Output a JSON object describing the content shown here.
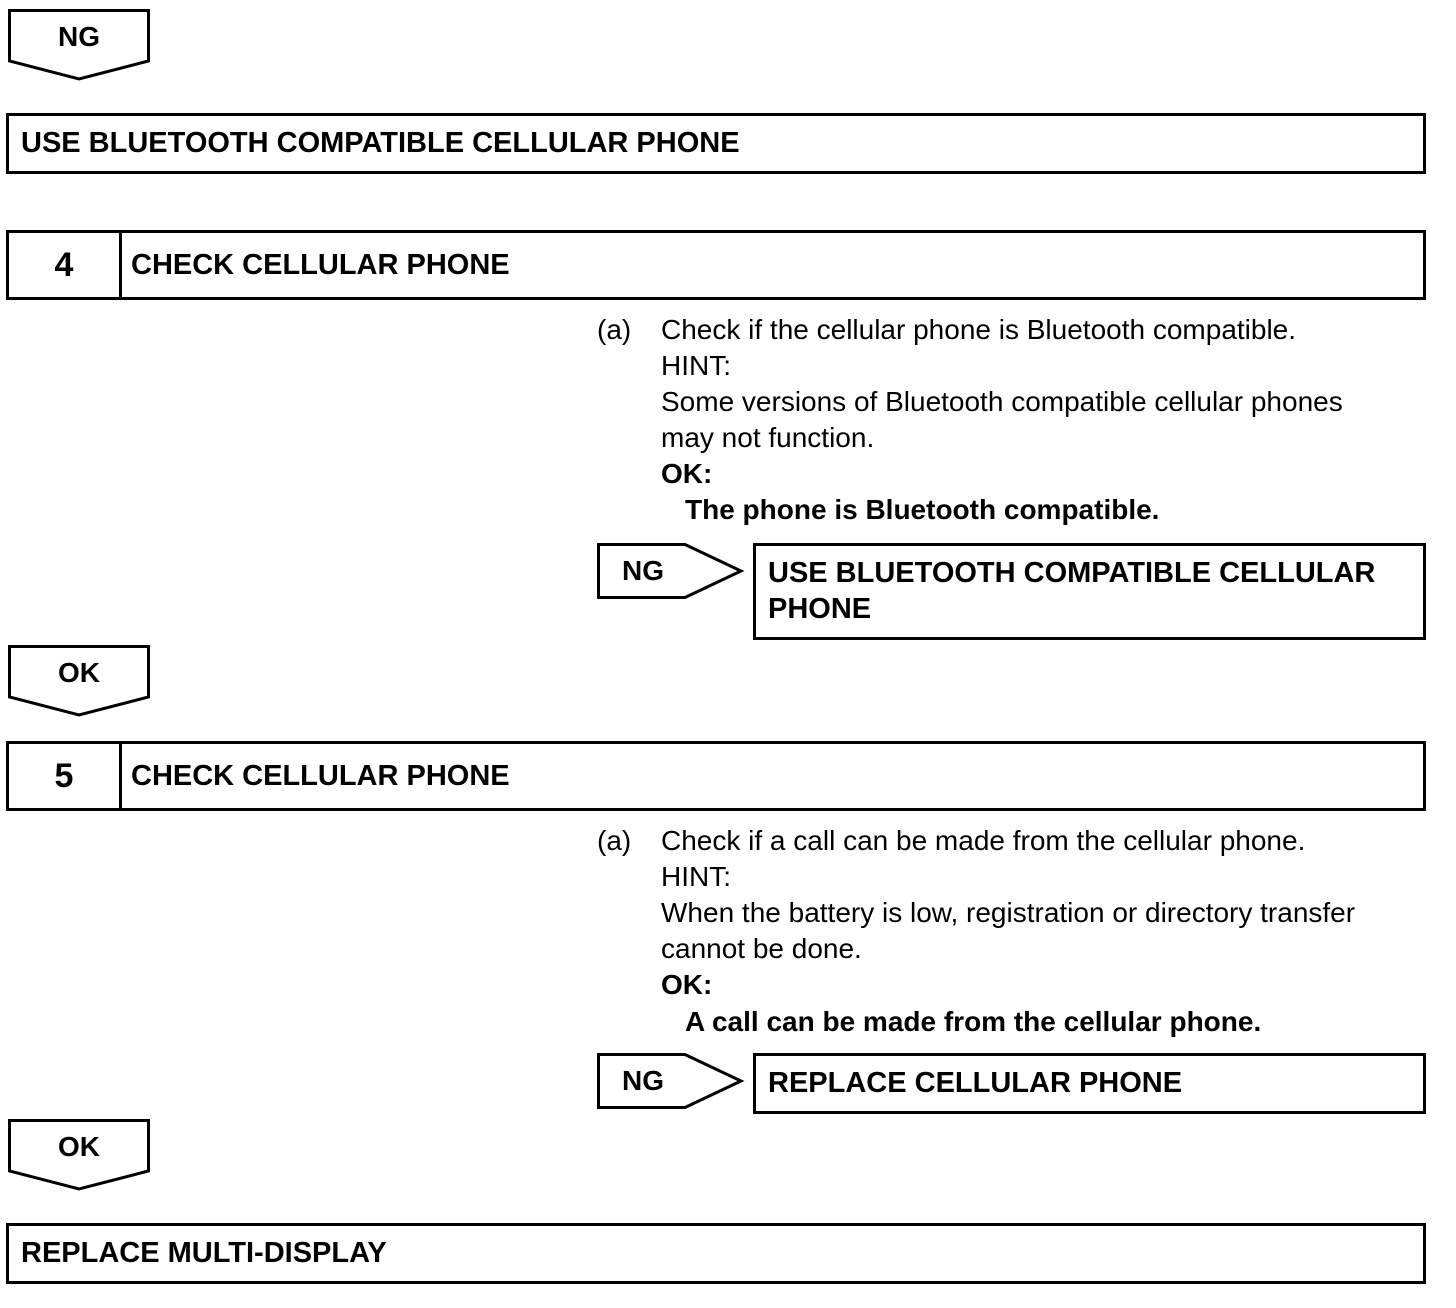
{
  "top_ng": {
    "label": "NG"
  },
  "top_result": {
    "text": "USE BLUETOOTH COMPATIBLE CELLULAR PHONE"
  },
  "step4": {
    "number": "4",
    "title": "CHECK CELLULAR PHONE",
    "item_marker": "(a)",
    "instruction": "Check if the cellular phone is Bluetooth compatible.",
    "hint_label": "HINT:",
    "hint_line1": "Some versions of Bluetooth compatible cellular phones",
    "hint_line2": "may not function.",
    "ok_label": "OK:",
    "ok_text": "The phone is Bluetooth compatible.",
    "ng_label": "NG",
    "ng_result_line1": "USE BLUETOOTH COMPATIBLE CELLULAR",
    "ng_result_line2": "PHONE",
    "ok_arrow_label": "OK"
  },
  "step5": {
    "number": "5",
    "title": "CHECK CELLULAR PHONE",
    "item_marker": "(a)",
    "instruction": "Check if a call can be made from the cellular phone.",
    "hint_label": "HINT:",
    "hint_line1": "When the battery is low, registration or directory transfer",
    "hint_line2": "cannot be done.",
    "ok_label": "OK:",
    "ok_text": "A call can be made from the cellular phone.",
    "ng_label": "NG",
    "ng_result": "REPLACE CELLULAR PHONE",
    "ok_arrow_label": "OK"
  },
  "final_result": {
    "text": "REPLACE MULTI-DISPLAY"
  }
}
